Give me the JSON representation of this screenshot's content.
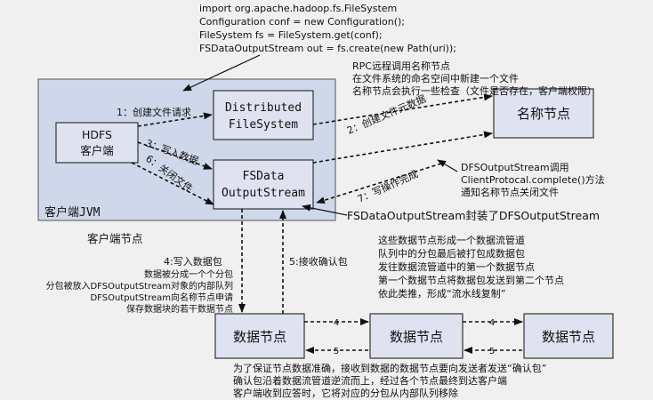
{
  "code_lines": [
    "import org.apache.hadoop.fs.FileSystem",
    "Configuration conf = new Configuration();",
    "FileSystem fs = FileSystem.get(conf);",
    "FSDataOutputStream out = fs.create(new Path(uri));"
  ],
  "rpc_note": [
    "RPC远程调用名称节点",
    "在文件系统的命名空间中新建一个文件",
    "名称节点会执行一些检查（文件是否存在，客户端权限）"
  ],
  "client_jvm_label": "客户端JVM",
  "client_node_label": "客户端节点",
  "hdfs_client": [
    "HDFS",
    "客户端"
  ],
  "distributed_fs": [
    "Distributed",
    "FileSystem"
  ],
  "fsdata_output": [
    "FSData",
    "OutputStream"
  ],
  "namenode_label": "名称节点",
  "datanode_label": "数据节点",
  "arrows": {
    "step1": "1：创建文件请求",
    "step2": "2：创建文件元数据",
    "step3": "3：写入数据",
    "step6": "6：关闭文件",
    "step7": "7：写操作完成",
    "step4": "4:写入数据包",
    "step5": "5:接收确认包",
    "pipe4": "4",
    "pipe5": "5"
  },
  "complete_note": [
    "DFSOutputStream调用",
    "ClientProtocal.complete()方法",
    "通知名称节点关闭文件"
  ],
  "wraps_note": "FSDataOutputStream封装了DFSOutputStream",
  "packet_note": [
    "数据被分成一个个分包",
    "分包被放入DFSOutputStream对象的内部队列",
    "DFSOutputStream向名称节点申请",
    "保存数据块的若干数据节点"
  ],
  "pipeline_note": [
    "这些数据节点形成一个数据流管道",
    "队列中的分包最后被打包成数据包",
    "发往数据流管道中的第一个数据节点",
    "第一个数据节点将数据包发送到第二个节点",
    "依此类推，形成“流水线复制”"
  ],
  "ack_note": [
    "为了保证节点数据准确，接收到数据的数据节点要向发送者发送“确认包”",
    "确认包沿着数据流管道逆流而上，经过各个节点最终到达客户端",
    "客户端收到应答时，它将对应的分包从内部队列移除"
  ],
  "colors": {
    "box_fill": "#dfe3f1",
    "box_stroke": "#333333",
    "jvm_fill": "#cfd8ea",
    "background": "#f0f0f0"
  }
}
